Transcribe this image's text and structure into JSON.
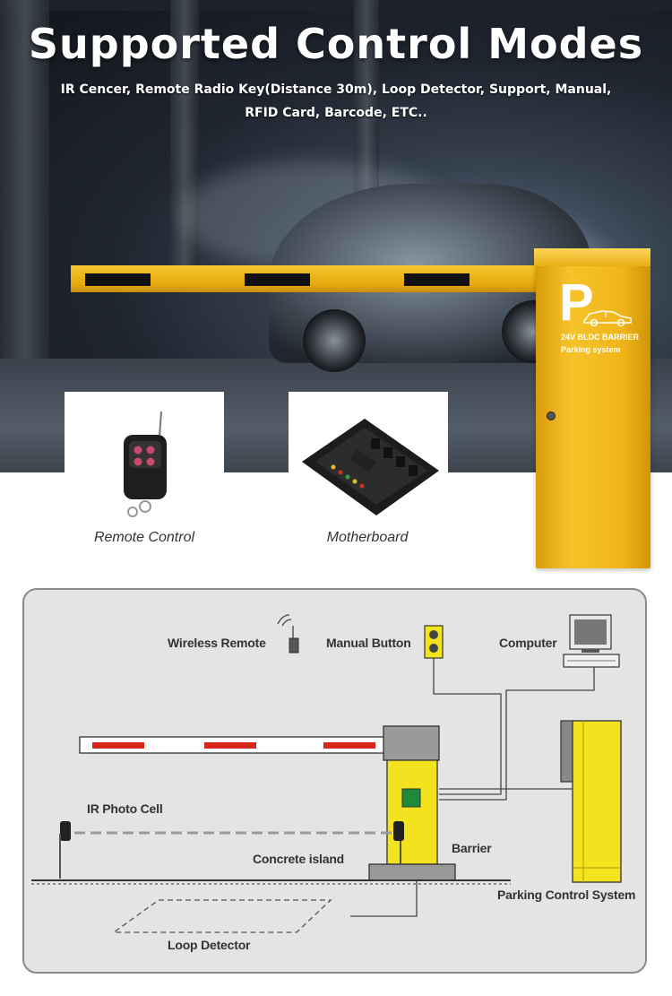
{
  "hero": {
    "title": "Supported Control Modes",
    "subtitle_line1": "IR Cencer, Remote Radio Key(Distance 30m), Loop Detector, Support, Manual,",
    "subtitle_line2": "RFID Card, Barcode, ETC..",
    "cabinet_letter": "P",
    "cabinet_model": "24V BLDC BARRIER",
    "cabinet_subtitle": "Parking system"
  },
  "products": [
    {
      "caption": "Remote Control",
      "icon": "remote-control-icon"
    },
    {
      "caption": "Motherboard",
      "icon": "motherboard-icon"
    }
  ],
  "diagram": {
    "labels": {
      "wireless_remote": "Wireless Remote",
      "manual_button": "Manual Button",
      "computer": "Computer",
      "ir_photo_cell": "IR Photo Cell",
      "concrete_island": "Concrete island",
      "barrier": "Barrier",
      "parking_control_system": "Parking Control System",
      "loop_detector": "Loop Detector"
    }
  },
  "colors": {
    "barrier_yellow": "#f2b81c",
    "diagram_yellow": "#f3e21e",
    "boom_red": "#d8261c",
    "diagram_bg": "#e4e4e4"
  }
}
